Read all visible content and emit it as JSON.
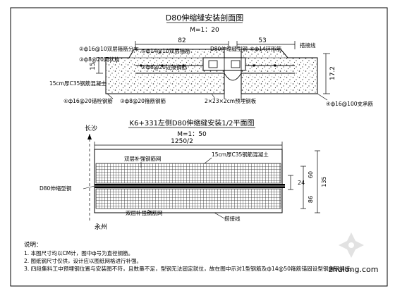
{
  "section_view": {
    "title": "D80伸缩缝安装剖面图",
    "scale": "M=1：20",
    "dim_left": "82",
    "dim_right": "53",
    "dim_left_height": "15",
    "dim_right_height": "17.2",
    "callouts": [
      "②ф16@10双层箍筋分布",
      "⑤ф14@10双层箍筋",
      "D80伸缩缝型钢",
      "⑤ф14环形筋",
      "搭接线",
      "③ф8@20网状筋",
      "②ф8@20拉接钢筋",
      "15cm厚C35钢筋混凝土",
      "④ф16@20锚栓钢筋",
      "③ф8@20箍筋钢筋",
      "2×23×2cm预埋钢板",
      "④ф16@100支承筋"
    ]
  },
  "plan_view": {
    "title": "K6+331左侧D80伸缩缝安装1/2平面图",
    "scale": "M=1：50",
    "label_top_left": "长沙",
    "label_bottom_left": "永州",
    "dim_total": "1250/2",
    "callouts": [
      "15cm厚C35钢筋混凝土",
      "双层补强钢筋网",
      "D80伸缩型钢",
      "双层补强钢筋网",
      "搭接线"
    ],
    "dims_right": [
      "24",
      "60",
      "86",
      "135"
    ]
  },
  "notes": {
    "heading": "说明：",
    "items": [
      "1.  本图尺寸均以CM计，图中ф号为直径钢筋。",
      "2.  图纸钢尺寸仅供，设计应以图纸网格进行补强。",
      "3.  四段集料工中预埋钢位置与安装图不符，且数量不足，型钢无法固定就位，故在图中示对1型钢筋及ф14@50箍筋锚固设型钢角钢焊接。"
    ]
  },
  "watermark": "zhulong.com"
}
